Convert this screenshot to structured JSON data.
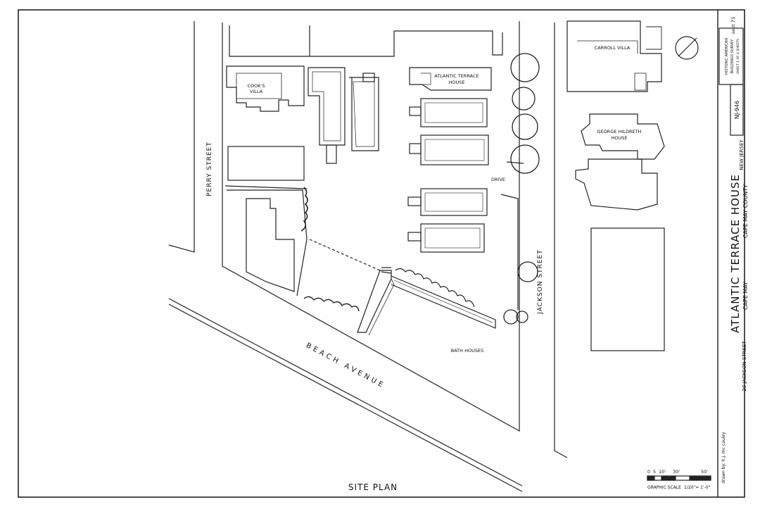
{
  "sheet_title": "SITE PLAN",
  "streets": {
    "perry": "PERRY STREET",
    "jackson": "JACKSON STREET",
    "beach": "BEACH AVENUE"
  },
  "buildings": {
    "cooks_villa": [
      "COOK'S",
      "VILLA"
    ],
    "atlantic_terrace_house": [
      "ATLANTIC TERRACE",
      "HOUSE"
    ],
    "carroll_villa": "CARROLL VILLA",
    "george_hildreth_house": [
      "GEORGE HILDRETH",
      "HOUSE"
    ],
    "bath_houses": "BATH HOUSES"
  },
  "labels": {
    "drive": "DRIVE"
  },
  "scale": {
    "ticks": [
      "0",
      "5",
      "10'",
      "30'",
      "50'"
    ],
    "label": "GRAPHIC SCALE",
    "ratio": "1/20\"= 1'-0\""
  },
  "title_block": {
    "main_title": "ATLANTIC TERRACE HOUSE",
    "city": "CAPE MAY",
    "county": "CAPE MAY COUNTY",
    "address": "20 JACKSON STREET",
    "state": "NEW JERSEY",
    "survey_number": "NJ-946",
    "survey_name": [
      "HISTORIC AMERICAN",
      "BUILDINGS SURVEY"
    ],
    "sheet": "SHEET 1 OF 4 SHEETS",
    "date": "sept 73",
    "drawn_by": "drawn by: h.j. mc cauley"
  }
}
